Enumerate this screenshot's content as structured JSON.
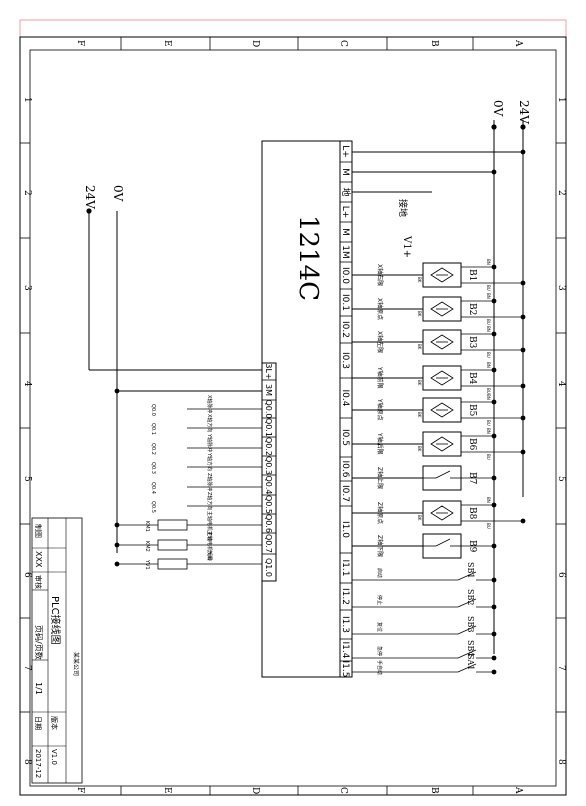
{
  "plc": {
    "model": "1214C"
  },
  "rails": {
    "v24": "24V",
    "v0": "0V"
  },
  "left_supply": {
    "v24": "24V",
    "v0": "0V"
  },
  "notes": {
    "ground": "接地",
    "v1plus": "V1+"
  },
  "zone_columns": [
    "A",
    "B",
    "C",
    "D",
    "E",
    "F"
  ],
  "zone_rows": [
    "1",
    "2",
    "3",
    "4",
    "5",
    "6",
    "7",
    "8"
  ],
  "right_terminals": [
    "L+",
    "M",
    "地",
    "L+",
    "M",
    "1M",
    "I0.0",
    "I0.1",
    "I0.2",
    "I0.3",
    "I0.4",
    "I0.5",
    "I0.6",
    "I0.7",
    "I1.0",
    "I1.1",
    "I1.2",
    "I1.3",
    "I1.4",
    "I1.5"
  ],
  "left_terminals": [
    "3L+",
    "3M",
    "Q0.0",
    "Q0.1",
    "Q0.2",
    "Q0.3",
    "Q0.4",
    "Q0.5",
    "Q0.6",
    "Q0.7",
    "Q1.0"
  ],
  "sensors": [
    {
      "tag": "B1",
      "function": "X轴右限",
      "kind": "prox"
    },
    {
      "tag": "B2",
      "function": "X轴原点",
      "kind": "prox"
    },
    {
      "tag": "B3",
      "function": "X轴左限",
      "kind": "prox"
    },
    {
      "tag": "B4",
      "function": "Y轴前限",
      "kind": "prox"
    },
    {
      "tag": "B5",
      "function": "Y轴原点",
      "kind": "prox"
    },
    {
      "tag": "B6",
      "function": "Y轴后限",
      "kind": "prox"
    },
    {
      "tag": "B7",
      "function": "Z轴上限",
      "kind": "switch"
    },
    {
      "tag": "B8",
      "function": "Z轴原点",
      "kind": "prox"
    },
    {
      "tag": "B9",
      "function": "Z轴下限",
      "kind": "switch"
    }
  ],
  "wire_marks": {
    "bn": "BN",
    "bu": "BU",
    "bk": "BK"
  },
  "outputs": [
    {
      "label": "X轴脉冲",
      "signal": "Q0.0",
      "device": ""
    },
    {
      "label": "X轴方向",
      "signal": "Q0.1",
      "device": ""
    },
    {
      "label": "Y轴脉冲",
      "signal": "Q0.2",
      "device": ""
    },
    {
      "label": "Y轴方向",
      "signal": "Q0.3",
      "device": ""
    },
    {
      "label": "Z轴脉冲",
      "signal": "Q0.4",
      "device": ""
    },
    {
      "label": "Z轴方向",
      "signal": "Q0.5",
      "device": ""
    },
    {
      "label": "主轴电机正转",
      "signal": "",
      "device": "KM1"
    },
    {
      "label": "主轴电机反转",
      "signal": "",
      "device": "KM2"
    },
    {
      "label": "气阀",
      "signal": "",
      "device": "YV1"
    }
  ],
  "buttons": [
    {
      "tag": "SB1",
      "label": "启动"
    },
    {
      "tag": "SB2",
      "label": "停止"
    },
    {
      "tag": "SB3",
      "label": "复位"
    },
    {
      "tag": "SB4",
      "label": "急停"
    },
    {
      "tag": "SA1",
      "label": "手自动"
    }
  ],
  "title_block": {
    "drafter_label": "制图",
    "drafter": "XXX",
    "review_label": "审核",
    "drawing_name": "PLC接线图",
    "sheet_label": "页码/页数",
    "sheet": "1/1",
    "date_label": "日期",
    "date": "2017-12",
    "version_label": "版本",
    "version": "V1.0",
    "company": "某某公司"
  }
}
